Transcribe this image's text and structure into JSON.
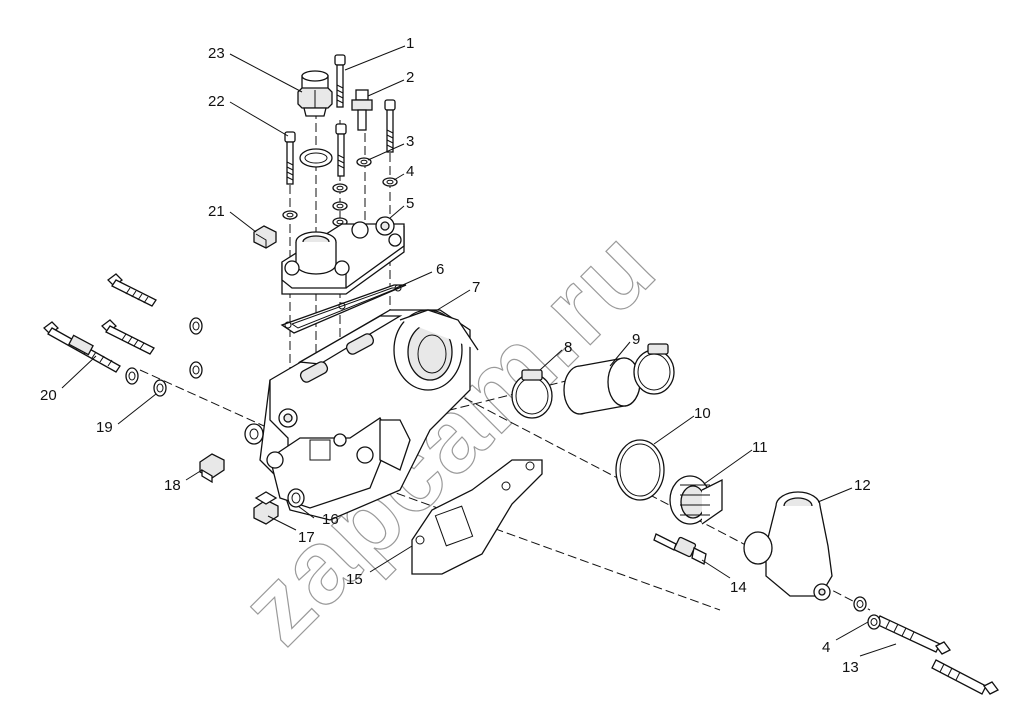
{
  "watermark": "zapcam.ru",
  "callouts": [
    {
      "id": "c1",
      "label": "1"
    },
    {
      "id": "c2",
      "label": "2"
    },
    {
      "id": "c3",
      "label": "3"
    },
    {
      "id": "c4a",
      "label": "4"
    },
    {
      "id": "c5",
      "label": "5"
    },
    {
      "id": "c6",
      "label": "6"
    },
    {
      "id": "c7",
      "label": "7"
    },
    {
      "id": "c8",
      "label": "8"
    },
    {
      "id": "c9",
      "label": "9"
    },
    {
      "id": "c10",
      "label": "10"
    },
    {
      "id": "c11",
      "label": "11"
    },
    {
      "id": "c12",
      "label": "12"
    },
    {
      "id": "c13",
      "label": "13"
    },
    {
      "id": "c14",
      "label": "14"
    },
    {
      "id": "c15",
      "label": "15"
    },
    {
      "id": "c16",
      "label": "16"
    },
    {
      "id": "c17",
      "label": "17"
    },
    {
      "id": "c18",
      "label": "18"
    },
    {
      "id": "c19",
      "label": "19"
    },
    {
      "id": "c20",
      "label": "20"
    },
    {
      "id": "c21",
      "label": "21"
    },
    {
      "id": "c22",
      "label": "22"
    },
    {
      "id": "c23",
      "label": "23"
    },
    {
      "id": "c4b",
      "label": "4"
    }
  ]
}
